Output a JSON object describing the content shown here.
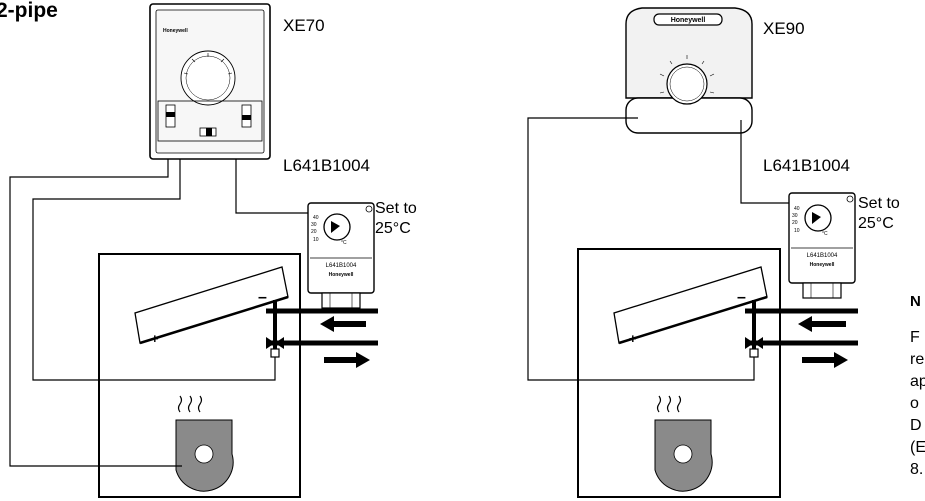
{
  "header": {
    "title": "2-pipe"
  },
  "left_system": {
    "thermostat_model": "XE70",
    "thermostat_brand": "Honeywell",
    "aquastat_model": "L641B1004",
    "aquastat_plate_model": "L641B1004",
    "aquastat_brand": "Honeywell",
    "aquastat_dial_ticks": [
      "40",
      "30",
      "20",
      "10"
    ],
    "aquastat_dial_unit": "°C",
    "setpoint_line1": "Set to",
    "setpoint_line2": "25°C",
    "coil_minus": "–",
    "coil_plus": "+"
  },
  "right_system": {
    "thermostat_model": "XE90",
    "thermostat_brand": "Honeywell",
    "aquastat_model": "L641B1004",
    "aquastat_plate_model": "L641B1004",
    "aquastat_brand": "Honeywell",
    "aquastat_dial_ticks": [
      "40",
      "30",
      "20",
      "10"
    ],
    "aquastat_dial_unit": "°C",
    "setpoint_line1": "Set to",
    "setpoint_line2": "25°C",
    "coil_minus": "–",
    "coil_plus": "+"
  },
  "note": {
    "heading": "N",
    "lines": [
      "F",
      "re",
      "ap",
      "o",
      "D",
      "(E",
      "8."
    ]
  },
  "colors": {
    "ink": "#000000",
    "paper": "#ffffff",
    "panel": "#f2f2f2"
  }
}
